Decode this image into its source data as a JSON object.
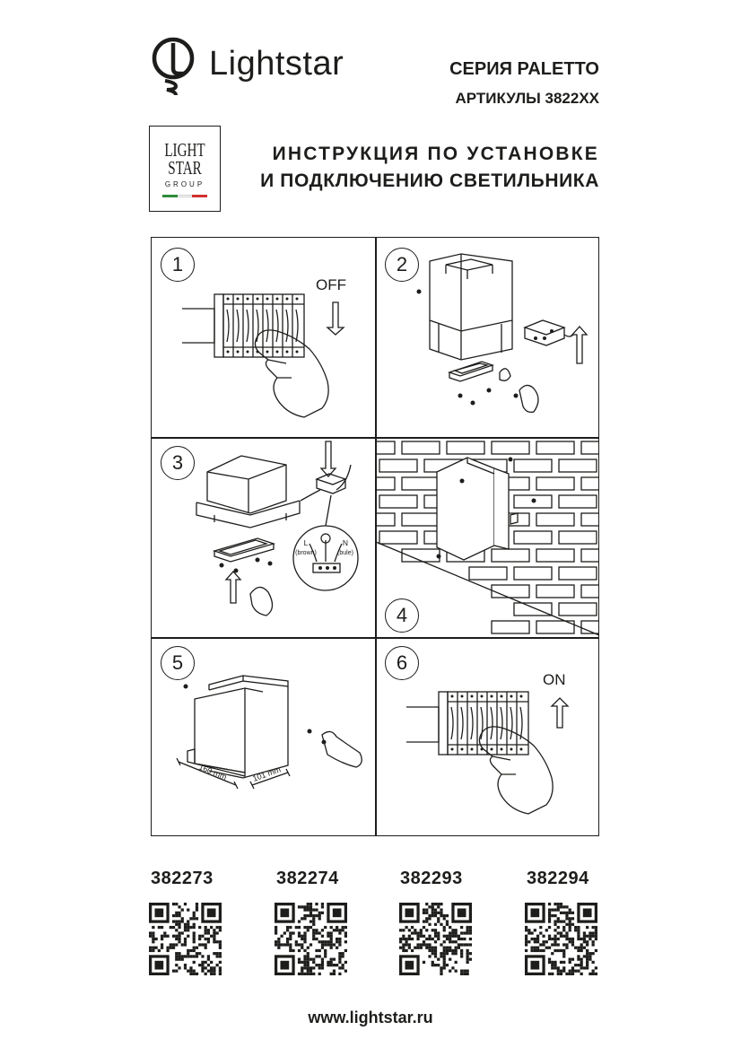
{
  "header": {
    "brand_name": "Lightstar",
    "series": "СЕРИЯ PALETTO",
    "articles": "АРТИКУЛЫ 3822XX",
    "group_logo": {
      "line1": "LIGHT",
      "line2": "STAR",
      "line3": "GROUP",
      "flag_colors": [
        "#2e8b3a",
        "#ffffff",
        "#d0312d"
      ]
    },
    "title_line1": "ИНСТРУКЦИЯ ПО УСТАНОВКЕ",
    "title_line2": "И ПОДКЛЮЧЕНИЮ СВЕТИЛЬНИКА"
  },
  "steps": [
    {
      "number": "1",
      "label": "OFF"
    },
    {
      "number": "2"
    },
    {
      "number": "3",
      "wire_l": "L",
      "wire_l_color": "(brown)",
      "wire_n": "N",
      "wire_n_color": "(bule)"
    },
    {
      "number": "4"
    },
    {
      "number": "5",
      "dim_width": "160 mm",
      "dim_depth": "101 mm"
    },
    {
      "number": "6",
      "label": "ON"
    }
  ],
  "articles_list": [
    {
      "code": "382273"
    },
    {
      "code": "382274"
    },
    {
      "code": "382293"
    },
    {
      "code": "382294"
    }
  ],
  "footer": {
    "url": "www.lightstar.ru"
  }
}
